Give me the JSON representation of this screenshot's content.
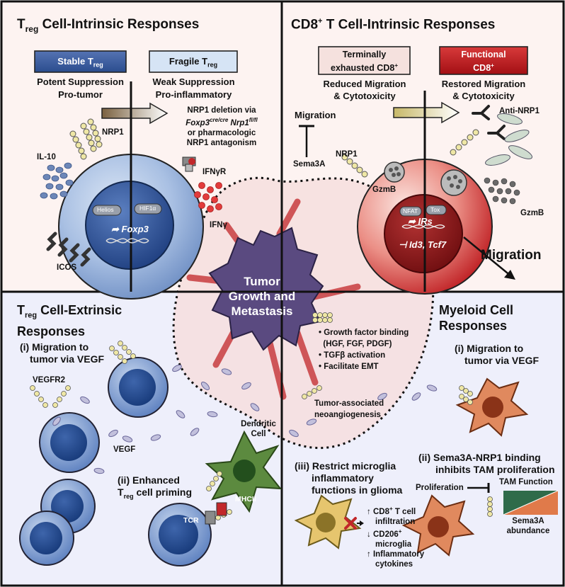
{
  "panels": {
    "treg_intrinsic": {
      "title": "T",
      "title_sub": "reg",
      "title_rest": " Cell-Intrinsic Responses",
      "stable_box": {
        "main": "Stable T",
        "sub": "reg"
      },
      "fragile_box": {
        "main": "Fragile T",
        "sub": "reg"
      },
      "stable_desc": [
        "Potent Suppression",
        "Pro-tumor"
      ],
      "fragile_desc": [
        "Weak Suppression",
        "Pro-inflammatory"
      ],
      "nrp1_label": "NRP1",
      "il10_label": "IL-10",
      "ifngr_label": "IFNγR",
      "ifng_label": "IFNγ",
      "icos_label": "ICOS",
      "helios_label": "Helios",
      "hif_label": "HIF1α",
      "foxp3_label": "Foxp3",
      "deletion_text": {
        "line1": "NRP1 deletion via",
        "line2_a": "Foxp3",
        "line2_sup1": "cre/cre",
        "line2_b": " Nrp1",
        "line2_sup2": "fl/fl",
        "line3": "or pharmacologic",
        "line4": "NRP1 antagonism"
      }
    },
    "cd8_intrinsic": {
      "title": "CD8",
      "title_sup": "+",
      "title_rest": " T Cell-Intrinsic Responses",
      "exhausted_box": [
        "Terminally",
        "exhausted CD8",
        "+"
      ],
      "functional_box": [
        "Functional",
        "CD8",
        "+"
      ],
      "exhausted_desc": [
        "Reduced Migration",
        "& Cytotoxicity"
      ],
      "functional_desc": [
        "Restored Migration",
        "& Cytotoxicity"
      ],
      "migration_label": "Migration",
      "sema3a_label": "Sema3A",
      "nrp1_label": "NRP1",
      "gzmb_left": "GzmB",
      "gzmb_right": "GzmB",
      "anti_nrp1_label": "Anti-NRP1",
      "nfat_label": "NFAT",
      "tox_label": "Tox",
      "irs_label": "IRs",
      "id3_label": "Id3, Tcf7",
      "migration_big": "Migration"
    },
    "treg_extrinsic": {
      "title_a": "T",
      "title_sub": "reg",
      "title_b": " Cell-Extrinsic",
      "title_c": "Responses",
      "migration_header": [
        "(i) Migration to",
        "tumor via VEGF"
      ],
      "vegfr2_label": "VEGFR2",
      "vegf_label": "VEGF",
      "priming_header_a": "(ii) Enhanced",
      "priming_header_b1": "T",
      "priming_header_sub": "reg",
      "priming_header_b2": " cell priming",
      "dendritic_label": [
        "Dendritic",
        "Cell"
      ],
      "mhcii_label": "MHCII",
      "tcr_label": "TCR"
    },
    "tumor": {
      "label": [
        "Tumor",
        "Growth and",
        "Metastasis"
      ],
      "bullets": [
        "Growth factor binding",
        "(HGF, FGF, PDGF)",
        "TGFβ activation",
        "Facilitate EMT"
      ],
      "angio": [
        "Tumor-associated",
        "neoangiogenesis"
      ]
    },
    "myeloid": {
      "title": [
        "Myeloid Cell",
        "Responses"
      ],
      "migration_header": [
        "(i) Migration to",
        "tumor via VEGF"
      ],
      "microglia_header": [
        "(iii) Restrict microglia",
        "inflammatory",
        "functions in glioma"
      ],
      "microglia_effects": [
        {
          "arrow": "↑",
          "text": "CD8",
          "sup": "+",
          "text2": " T cell"
        },
        {
          "arrow": "",
          "text": "infiltration"
        },
        {
          "arrow": "↓",
          "text": "CD206",
          "sup": "+",
          "text2": ""
        },
        {
          "arrow": "",
          "text": "microglia"
        },
        {
          "arrow": "↑",
          "text": "Inflammatory",
          "sup": "",
          "text2": ""
        },
        {
          "arrow": "",
          "text": "cytokines"
        }
      ],
      "sema3a_header": [
        "(ii) Sema3A-NRP1 binding",
        "inhibits TAM proliferation"
      ],
      "proliferation_label": "Proliferation",
      "tam_function_label": "TAM Function",
      "sema3a_abundance_label": [
        "Sema3A",
        "abundance"
      ]
    }
  },
  "colors": {
    "treg_blue": "#3d5f9c",
    "fragile_blue": "#d6e4f5",
    "cd8_red": "#c81e1e",
    "exhausted_pink": "#f5e1de",
    "tumor_purple": "#5a4a80",
    "myeloid_orange": "#e0895e",
    "microglia_yellow": "#e6c56e",
    "dc_green": "#5c8a3f"
  }
}
